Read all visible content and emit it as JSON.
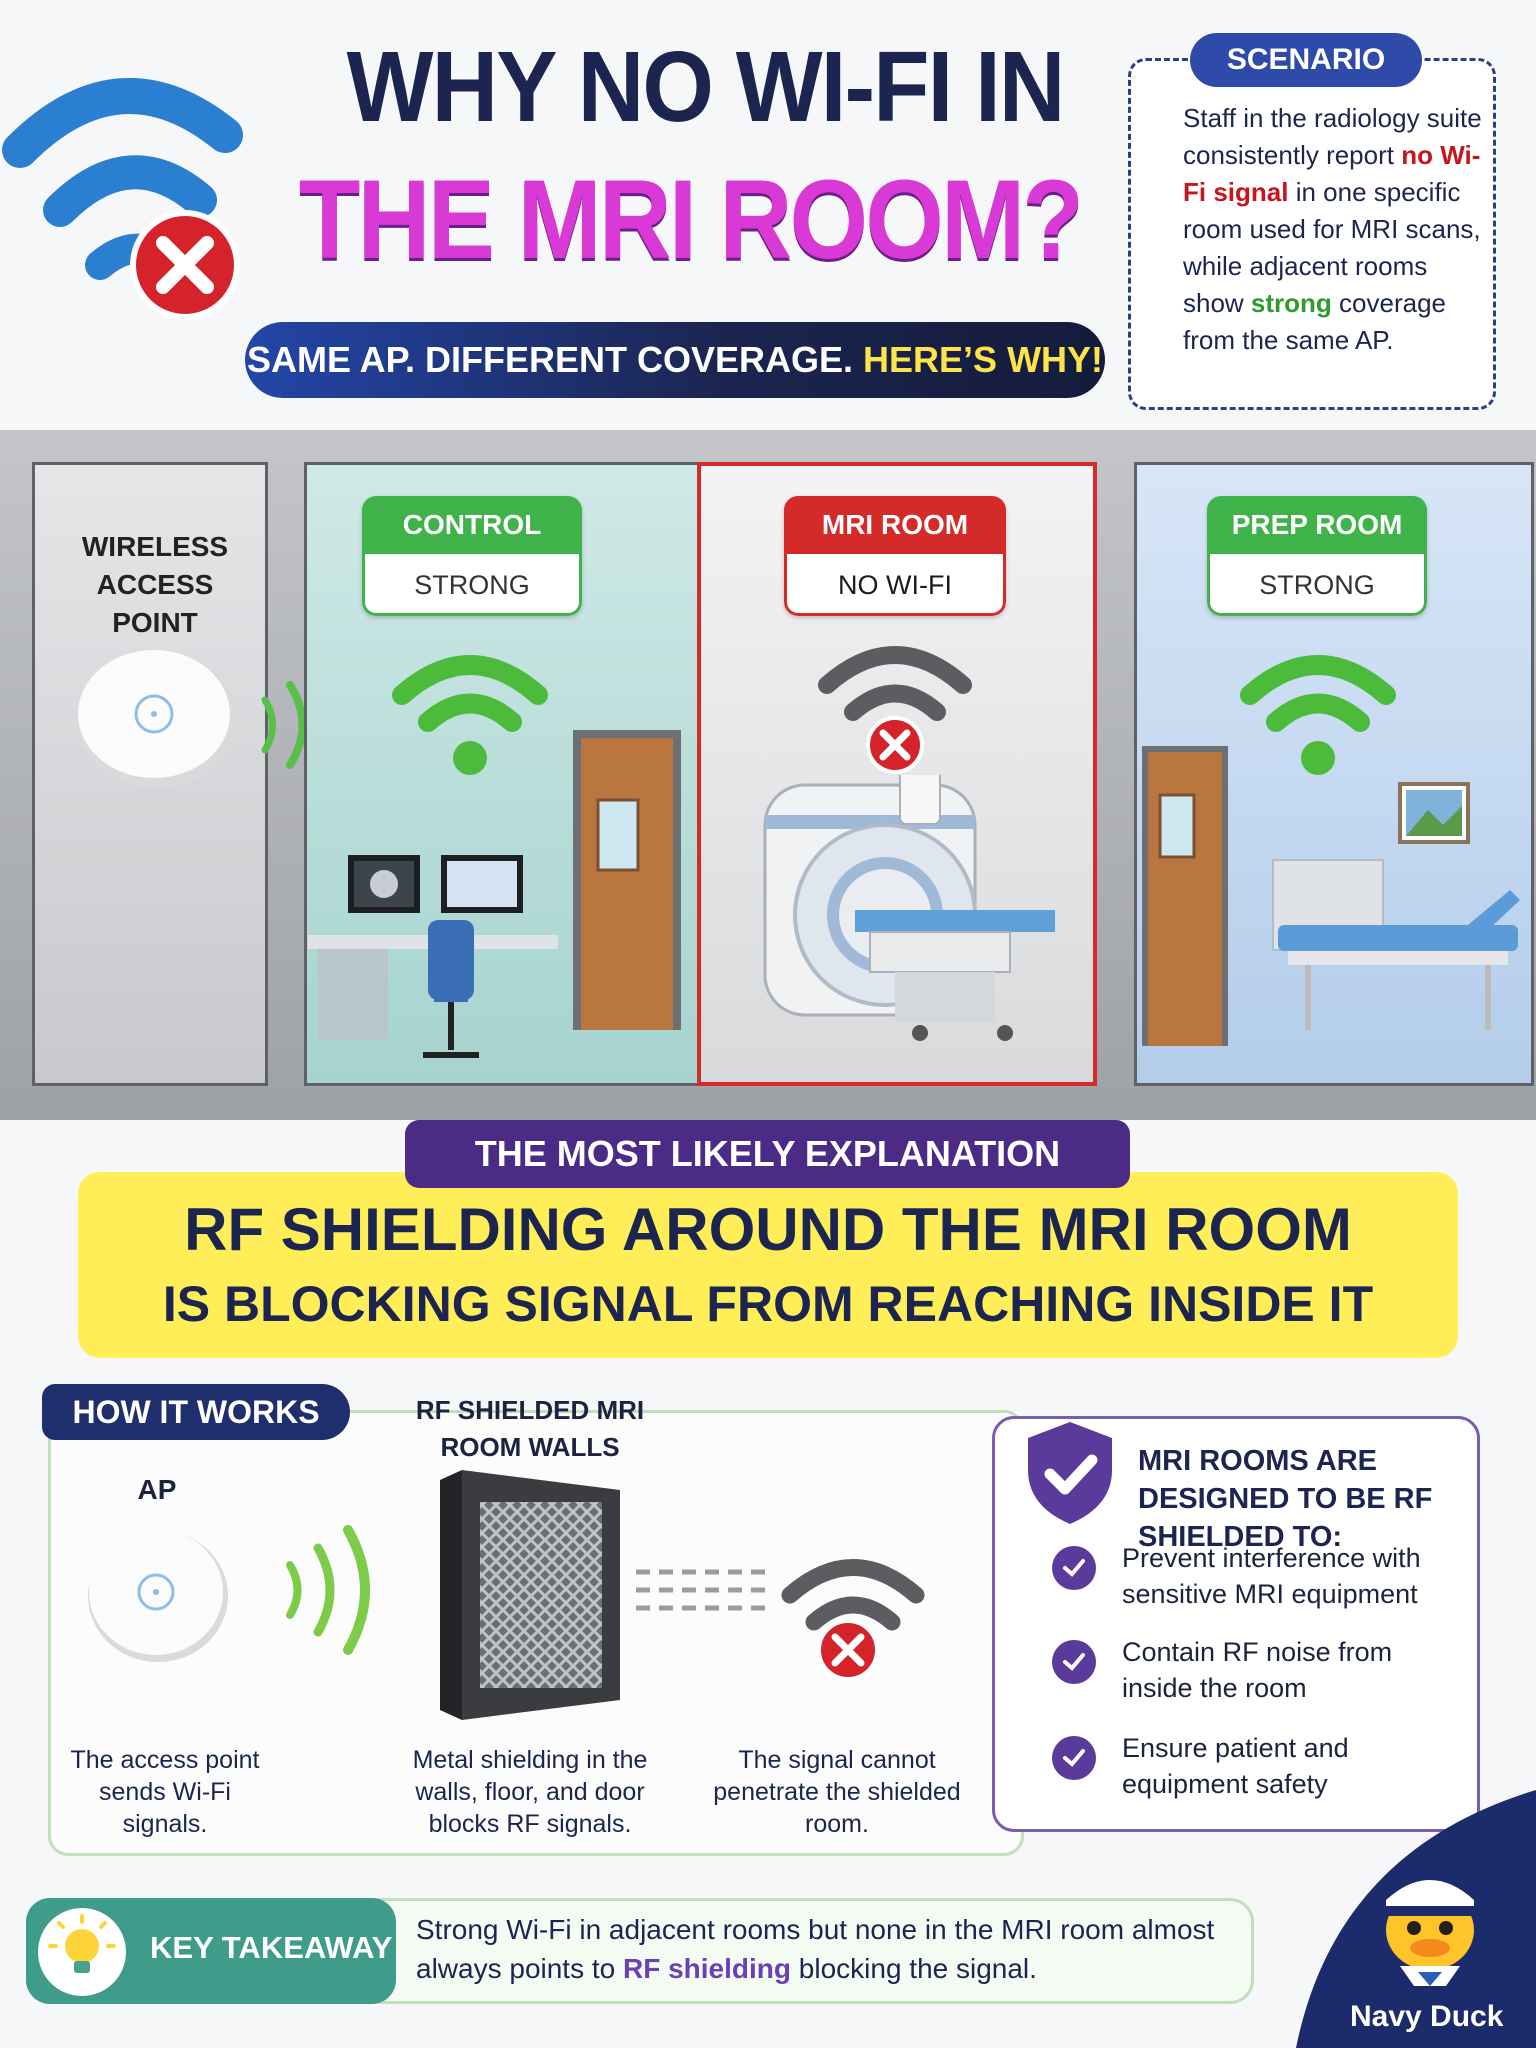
{
  "header": {
    "title_line1": "WHY NO WI-FI IN",
    "title_line2": "THE MRI ROOM?",
    "subtitle_a": "SAME AP. DIFFERENT COVERAGE.",
    "subtitle_b": "HERE’S WHY!"
  },
  "scenario": {
    "tag": "SCENARIO",
    "t1": "Staff in the radiology suite consistently report ",
    "t2": "no Wi-Fi signal",
    "t3": " in one specific room used for MRI scans, while adjacent rooms show ",
    "t4": "strong",
    "t5": " coverage from the same AP."
  },
  "rooms": {
    "ap_label": "WIRELESS ACCESS POINT",
    "control": {
      "name": "CONTROL ROOM",
      "status": "STRONG SIGNAL"
    },
    "mri": {
      "name": "MRI ROOM",
      "status": "NO WI-FI SIGNAL"
    },
    "prep": {
      "name": "PREP ROOM",
      "status": "STRONG SIGNAL"
    }
  },
  "explanation": {
    "tag": "THE MOST LIKELY EXPLANATION",
    "line1": "RF SHIELDING AROUND THE MRI ROOM",
    "line2": "IS BLOCKING SIGNAL FROM REACHING INSIDE IT"
  },
  "how": {
    "tag": "HOW IT WORKS",
    "ap": "AP",
    "wall_label": "RF SHIELDED MRI ROOM WALLS",
    "cap1": "The access point sends Wi-Fi signals.",
    "cap2": "Metal shielding in the walls, floor, and door blocks RF signals.",
    "cap3": "The signal cannot penetrate the shielded room."
  },
  "purpose": {
    "title": "MRI ROOMS ARE DESIGNED TO BE RF SHIELDED TO:",
    "items": [
      "Prevent interference with sensitive MRI equipment",
      "Contain RF noise from inside the room",
      "Ensure patient and equipment safety"
    ]
  },
  "takeaway": {
    "label": "KEY TAKEAWAY",
    "t1": "Strong Wi-Fi in adjacent rooms but none in the MRI room almost always points to ",
    "t2": "RF shielding",
    "t3": " blocking the signal."
  },
  "brand": "Navy Duck",
  "icons": [
    "wifi-icon",
    "close-icon",
    "check-icon",
    "shield-icon",
    "lightbulb-icon",
    "duck-icon"
  ],
  "colors": {
    "navy": "#1b2550",
    "magenta": "#d93ad6",
    "green": "#3fb34a",
    "red": "#d42a2a",
    "purple": "#5a3a9a",
    "yellow": "#ffee58"
  }
}
